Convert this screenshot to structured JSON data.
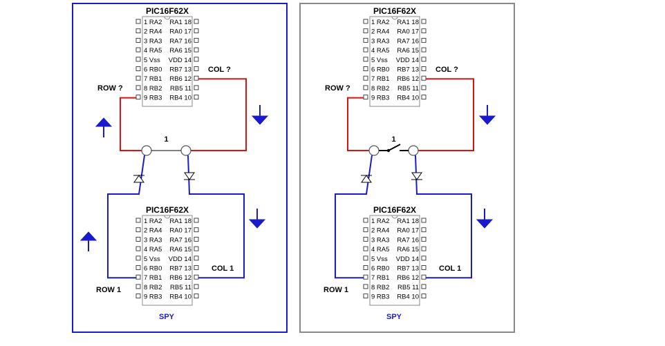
{
  "colors": {
    "blue": "#1a1acc",
    "red": "#dd1111",
    "gray_border": "#888888",
    "blue_border": "#1b1bcc"
  },
  "panels": [
    {
      "name": "panel-left",
      "border": "blue",
      "switch_label": "1",
      "switch_state": "closed",
      "row_unknown": "ROW ?",
      "col_unknown": "COL ?",
      "row_known": "ROW 1",
      "col_known": "COL 1",
      "spy_label": "SPY",
      "arrows": {
        "row_top": "up",
        "col_top": "down",
        "row_bottom": "up",
        "col_bottom": "down"
      }
    },
    {
      "name": "panel-right",
      "border": "gray",
      "switch_label": "1",
      "switch_state": "open",
      "row_unknown": "ROW ?",
      "col_unknown": "COL ?",
      "row_known": "ROW 1",
      "col_known": "COL 1",
      "spy_label": "SPY",
      "arrows": {
        "row_top": "down",
        "col_top": "down",
        "row_bottom": "down",
        "col_bottom": "down"
      }
    }
  ],
  "chip": {
    "title": "PIC16F62X",
    "pins_left": [
      "1 RA2",
      "2 RA4",
      "3 RA3",
      "4 RA5",
      "5 Vss",
      "6 RB0",
      "7 RB1",
      "8 RB2",
      "9 RB3"
    ],
    "pins_right": [
      "RA1 18",
      "RA0 17",
      "RA7 16",
      "RA6 15",
      "VDD 14",
      "RB7 13",
      "RB6 12",
      "RB5 11",
      "RB4 10"
    ]
  }
}
